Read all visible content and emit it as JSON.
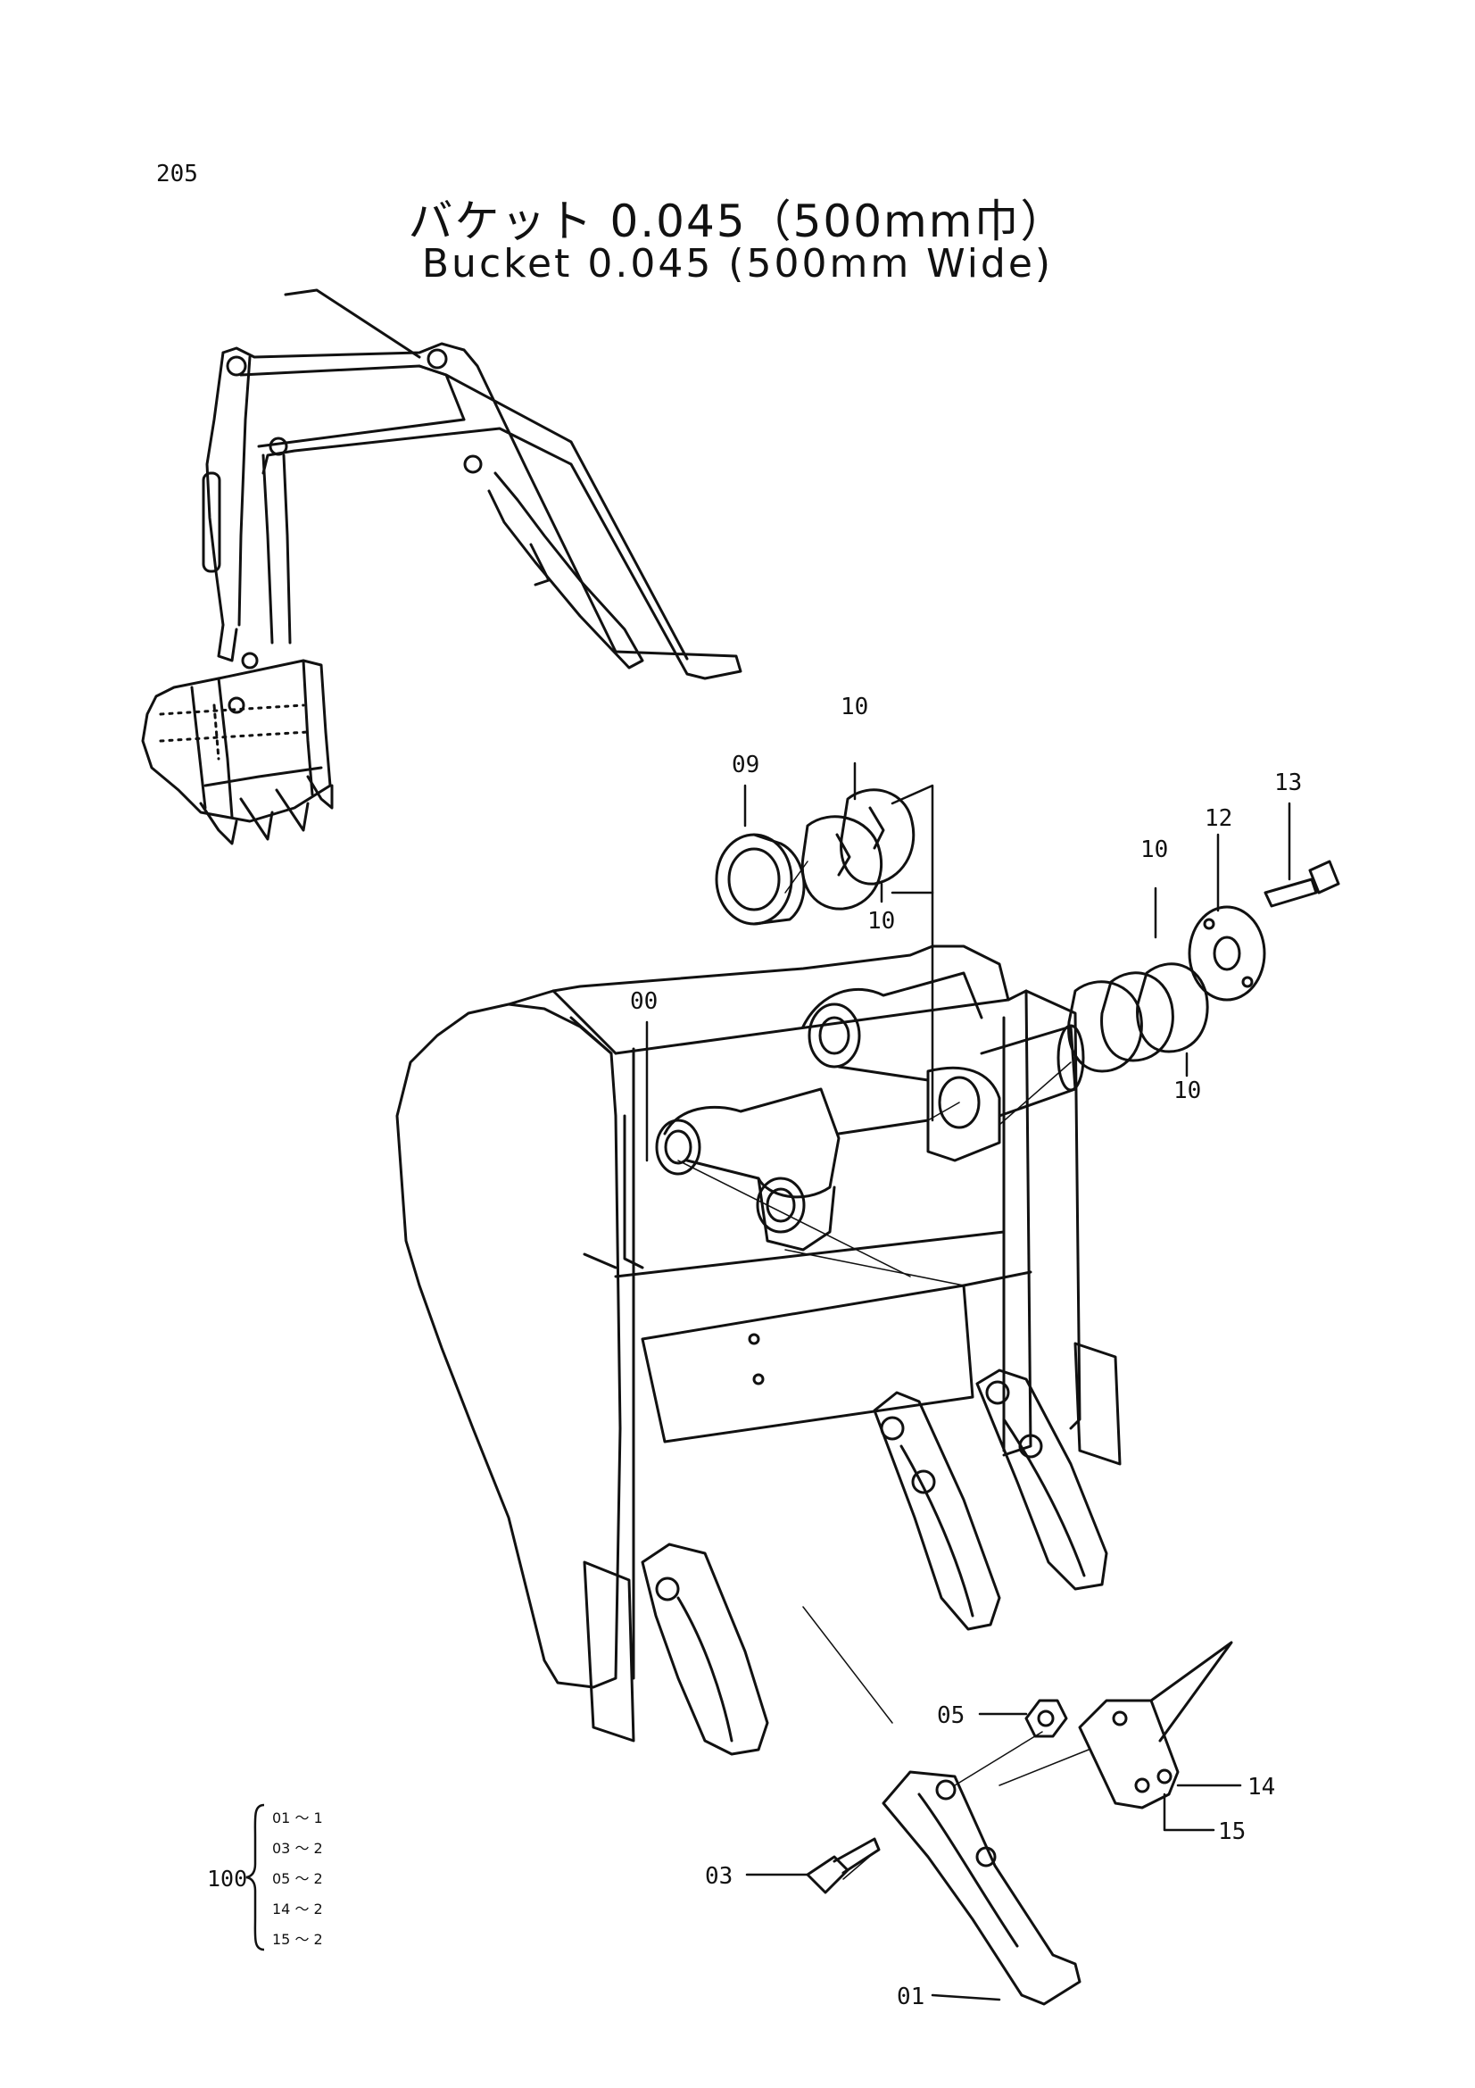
{
  "page_number": "205",
  "title": {
    "japanese": "バケット 0.045（500mm巾）",
    "english": "Bucket 0.045 (500mm Wide)"
  },
  "callouts": {
    "bucket": "00",
    "tooth": "01",
    "bolt": "03",
    "nut": "05",
    "bushing": "09",
    "shim_a": "10",
    "shim_b": "10",
    "shim_c": "10",
    "shim_d": "10",
    "plate": "12",
    "bolt_top": "13",
    "side_cutter": "14",
    "side_cutter_b": "15"
  },
  "kit": {
    "number": "100",
    "items": [
      {
        "part": "01",
        "qty": "1"
      },
      {
        "part": "03",
        "qty": "2"
      },
      {
        "part": "05",
        "qty": "2"
      },
      {
        "part": "14",
        "qty": "2"
      },
      {
        "part": "15",
        "qty": "2"
      }
    ]
  }
}
